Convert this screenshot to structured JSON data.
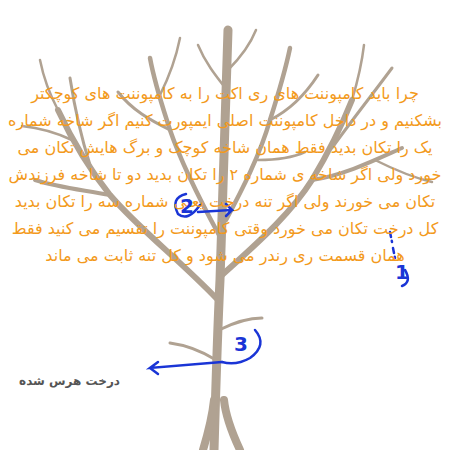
{
  "diagram": {
    "caption": "درخت هرس شده",
    "labels": [
      "چرا باید کامپوننت های ری اکت را به کامپوننت های کوچکتر بشکنیم و در داخل کامپوننت اصلی ایمپورت کنیم اگر شاخه شماره یک را تکان بدید فقط همان شاخه کوچک و برگ هایش تکان می خورد ولی اگر شاخه ی شماره ۲ را تکان بدید دو تا شاخه فرزندش تکان می خورند ولی اگر تنه درخت یعنی شماره سه را تکان بدید کل درخت تکان می خورد وقتی کامپوننت را تقسیم می کنید فقط همان قسمت ری رندر می شود و کل تنه ثابت می ماند",
      "2",
      "1",
      "3"
    ]
  }
}
